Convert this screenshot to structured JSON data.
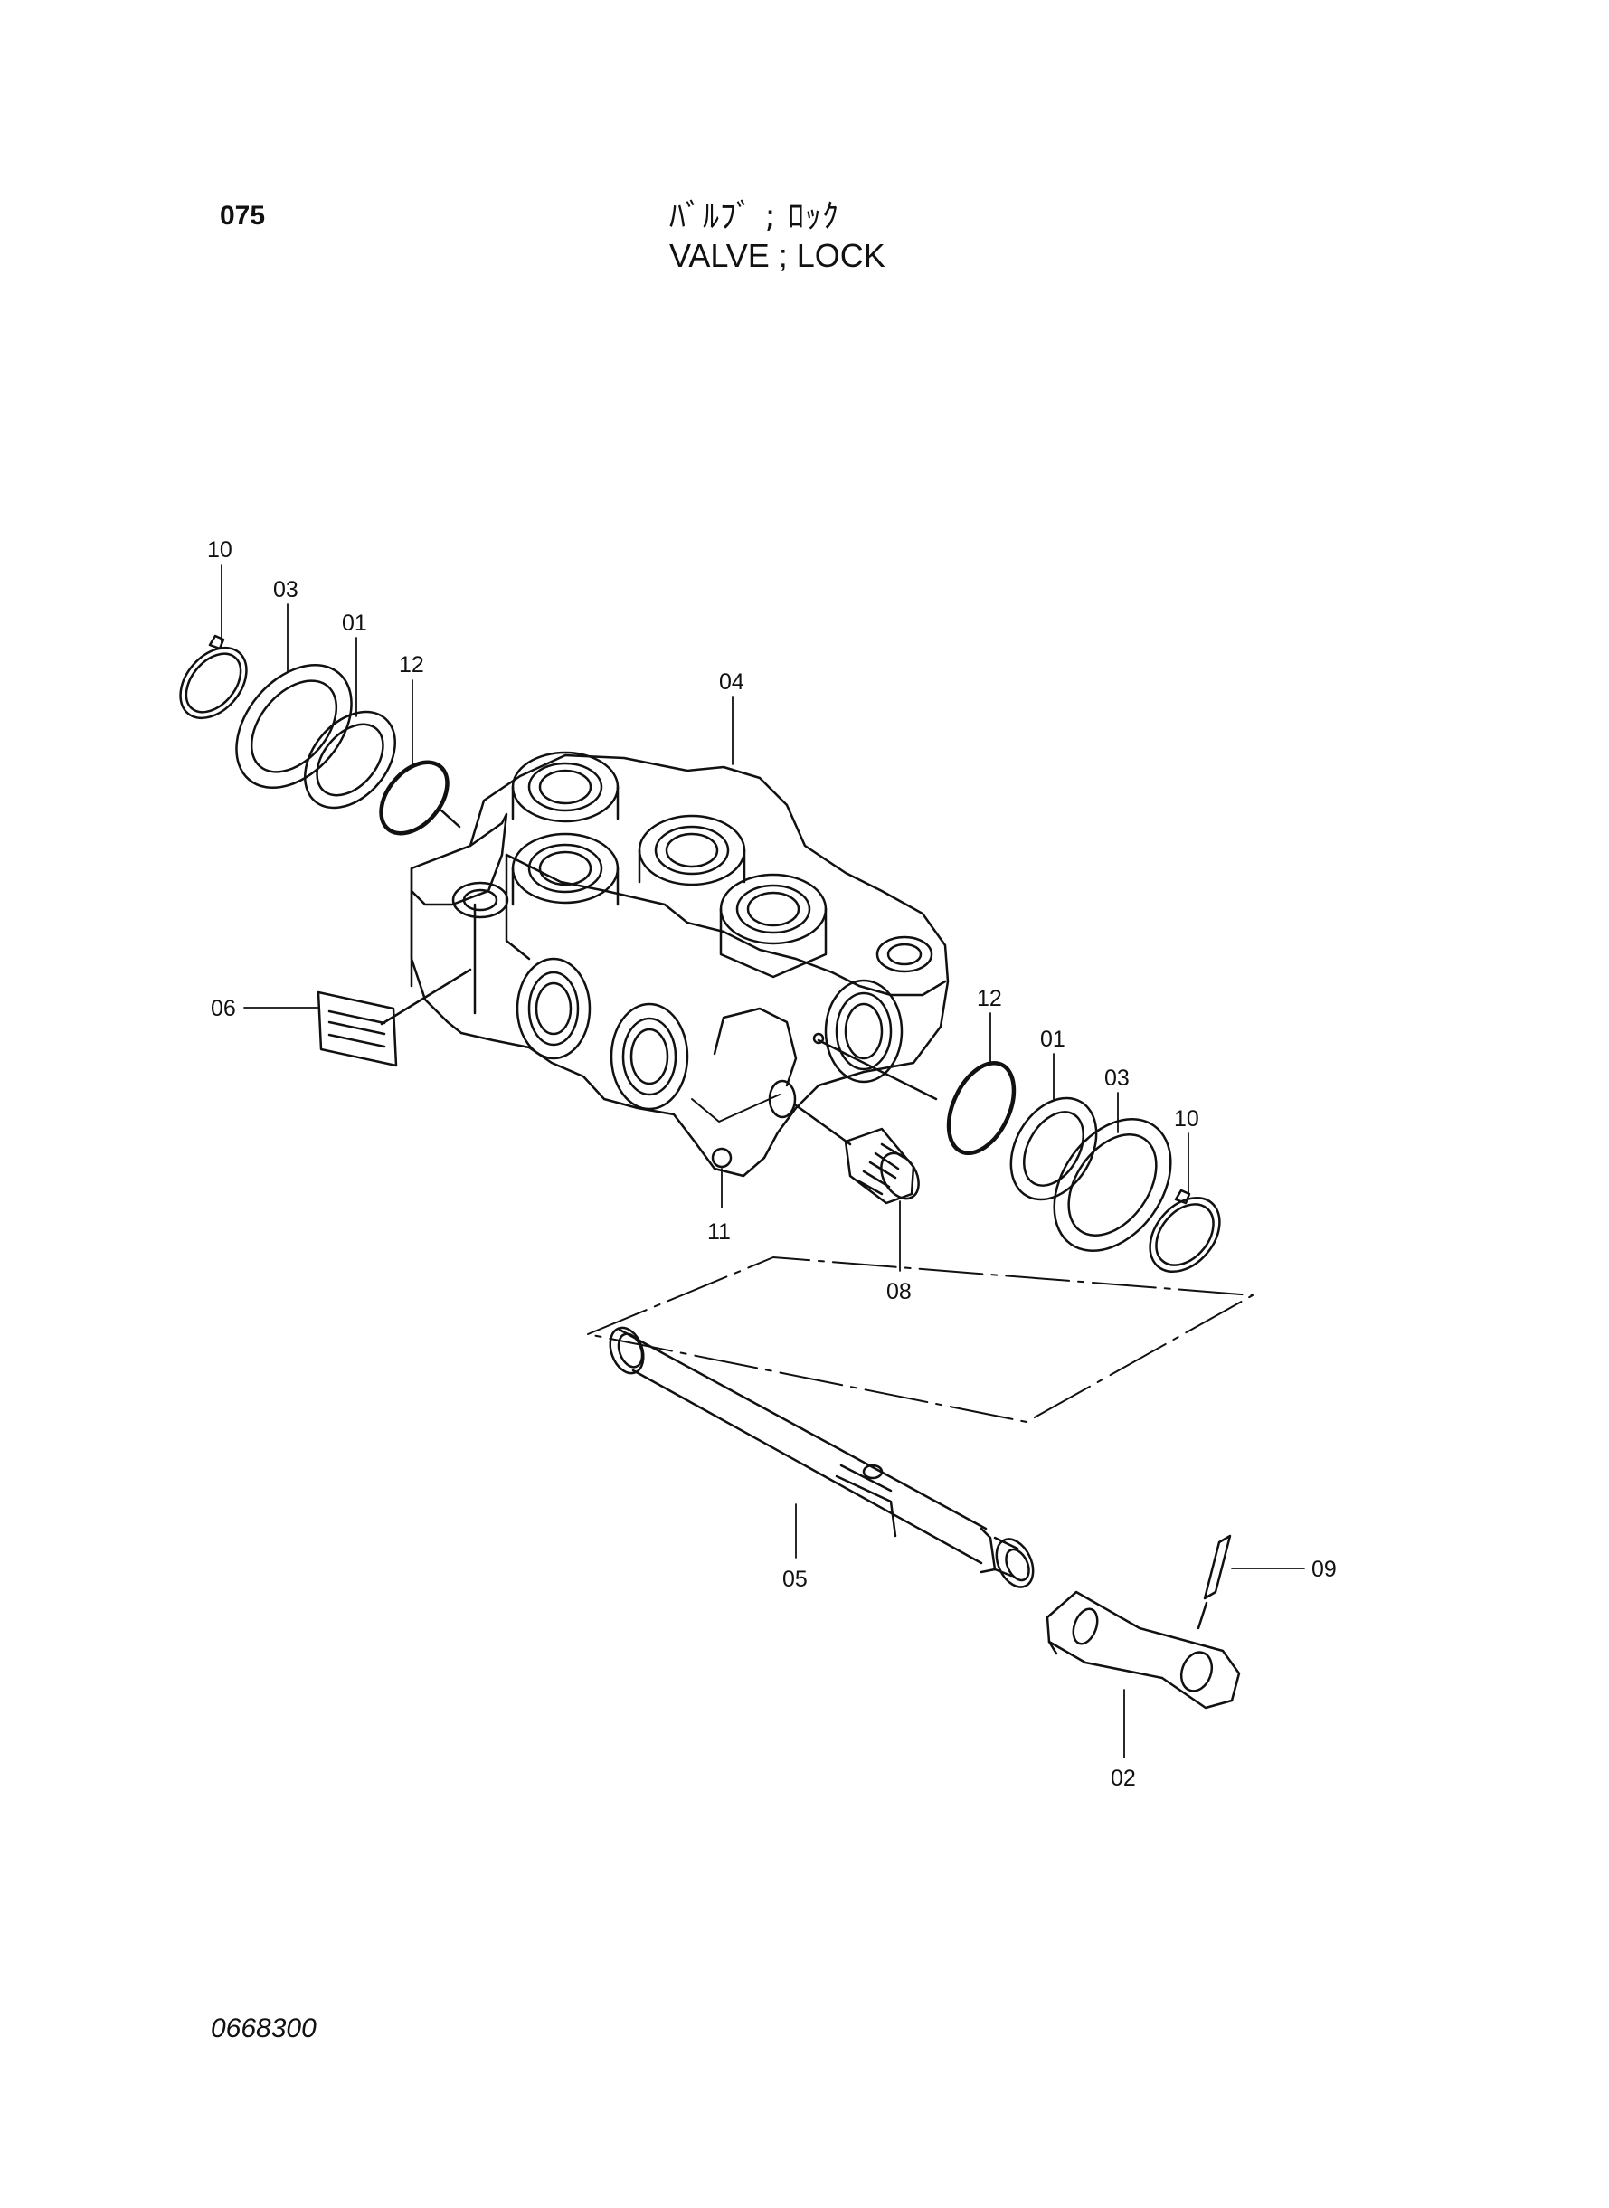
{
  "header": {
    "page_number": "075",
    "title_japanese": "ﾊﾞﾙﾌﾞ ; ﾛｯｸ",
    "title_english": "VALVE ; LOCK"
  },
  "footer": {
    "drawing_number": "0668300"
  },
  "parts": {
    "p10_left": "10",
    "p03_left": "03",
    "p01_left": "01",
    "p12_left": "12",
    "p04": "04",
    "p06": "06",
    "p12_right": "12",
    "p01_right": "01",
    "p03_right": "03",
    "p10_right": "10",
    "p11": "11",
    "p08": "08",
    "p05": "05",
    "p09": "09",
    "p02": "02"
  }
}
